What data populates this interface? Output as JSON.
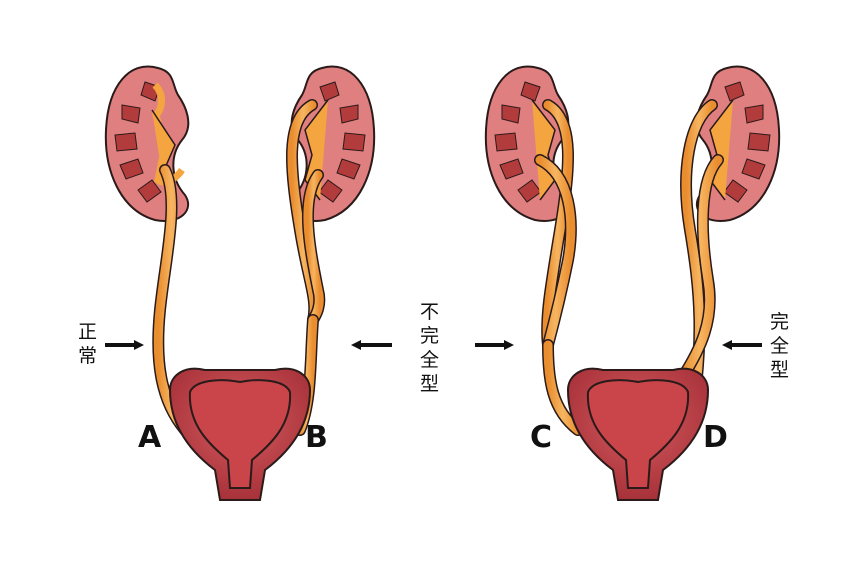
{
  "labels": {
    "normal": [
      "正",
      "常"
    ],
    "incomplete": [
      "不",
      "完",
      "全",
      "型"
    ],
    "complete": [
      "完",
      "全",
      "型"
    ]
  },
  "panels": {
    "a": "A",
    "b": "B",
    "c": "C",
    "d": "D"
  },
  "colors": {
    "kidney": "#e07f7f",
    "kidney_dark": "#b23c3c",
    "pelvis": "#f4a540",
    "ureter": "#f3a448",
    "bladder": "#c9454a",
    "bladder_inner": "#a8323a",
    "outline": "#2a1a1a"
  }
}
